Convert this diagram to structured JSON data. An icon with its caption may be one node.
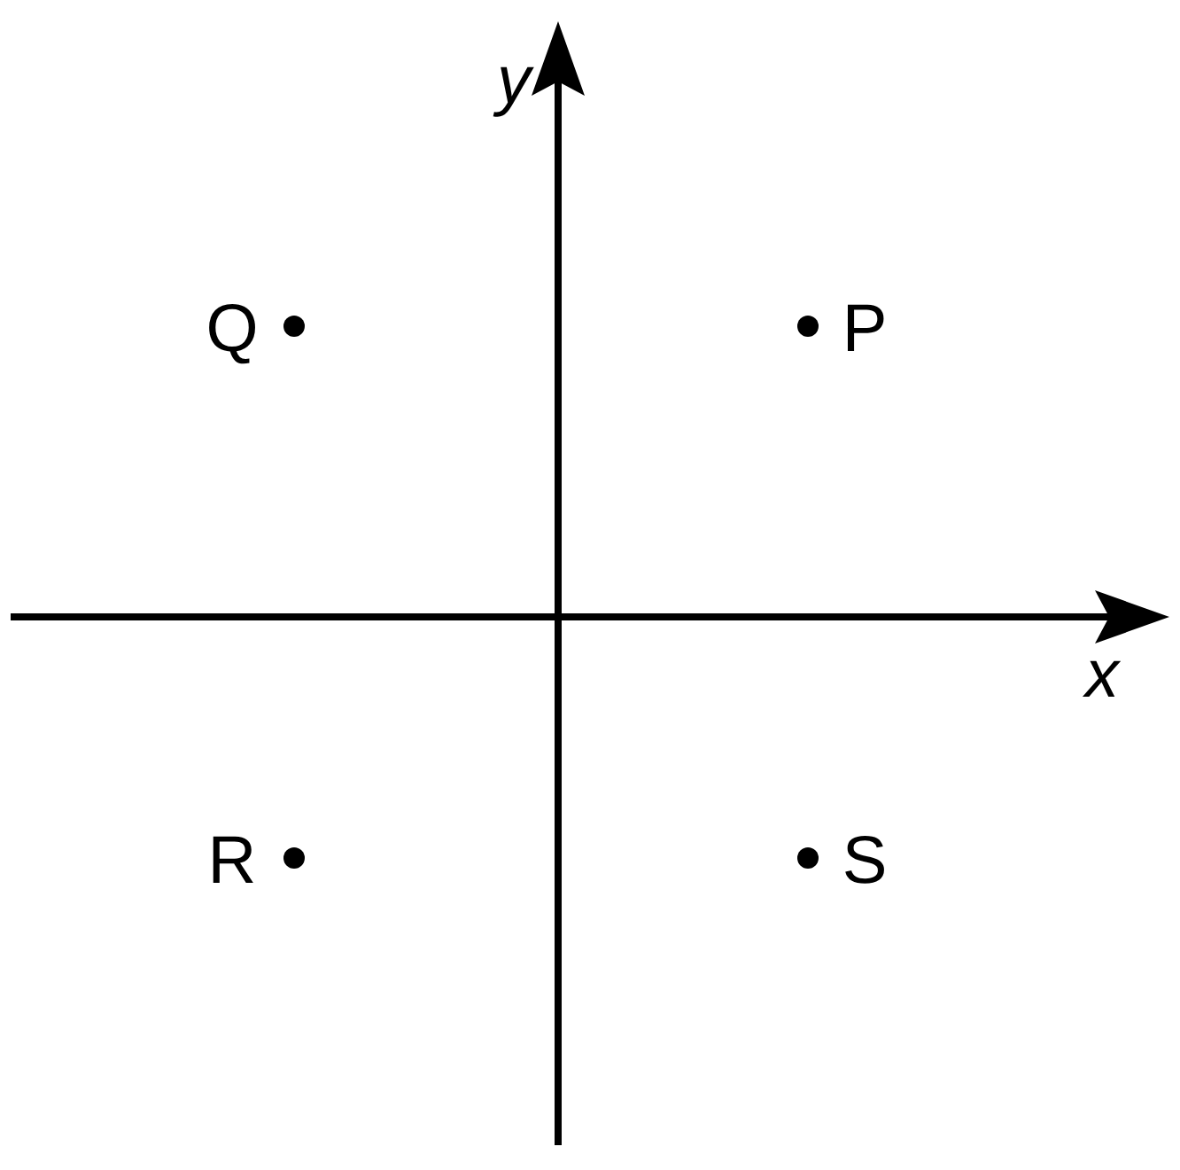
{
  "diagram": {
    "labels": [
      "y",
      "Q",
      "P",
      "x",
      "R",
      "S"
    ]
  }
}
